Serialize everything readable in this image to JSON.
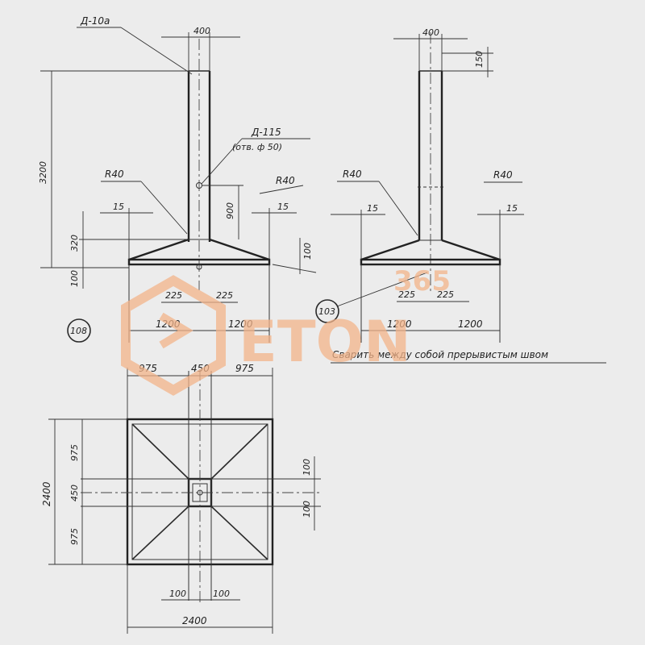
{
  "diagram": {
    "labels": {
      "d10a": "Д-10а",
      "d115": "Д-115",
      "hole": "(отв. ф 50)",
      "r40": "R40"
    },
    "dims": {
      "d400": "400",
      "d150": "150",
      "d3200": "3200",
      "d900": "900",
      "d320": "320",
      "d100": "100",
      "d15": "15",
      "d225": "225",
      "d1200": "1200",
      "d975": "975",
      "d450": "450",
      "d2400": "2400"
    },
    "markers": {
      "m108": "108",
      "m103": "103"
    },
    "note": "Сварить между собой прерывистым швом"
  },
  "watermark": {
    "brand": "ETON",
    "number": "365"
  },
  "colors": {
    "ink": "#2b2b2b",
    "paper": "#ececec",
    "watermark": "#f3b48a"
  }
}
